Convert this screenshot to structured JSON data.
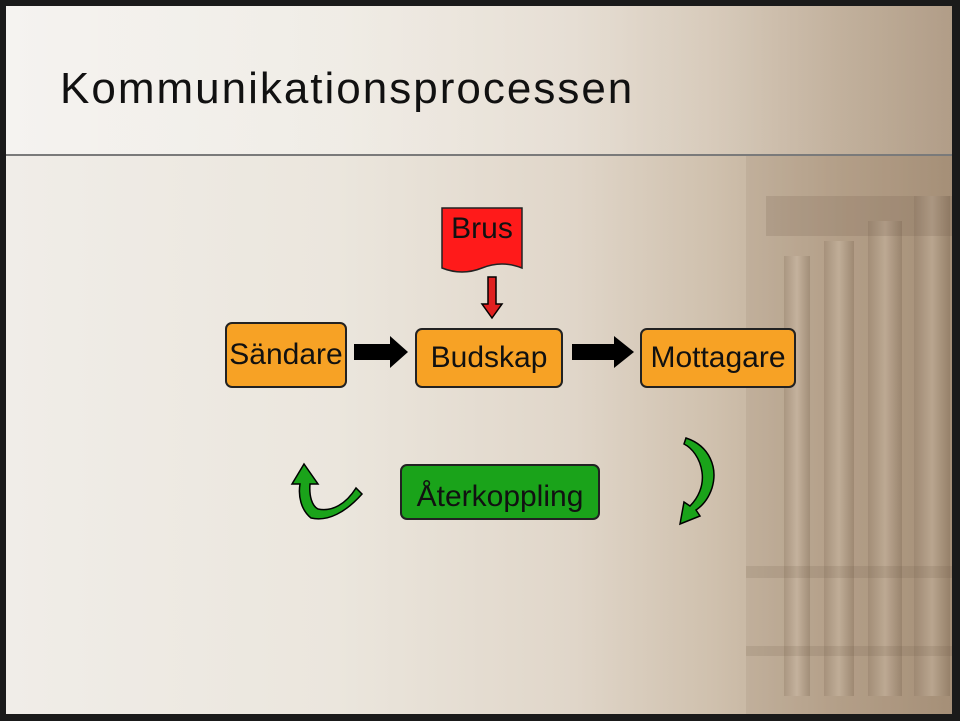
{
  "slide": {
    "title": "Kommunikationsprocessen"
  },
  "diagram": {
    "noise": "Brus",
    "sender": "Sändare",
    "message": "Budskap",
    "receiver": "Mottagare",
    "feedback": "Återkoppling"
  },
  "colors": {
    "box_fill": "#f7a225",
    "noise_fill": "#ff1a1a",
    "feedback_fill": "#1aa31a",
    "arrow_fill": "#000000"
  }
}
